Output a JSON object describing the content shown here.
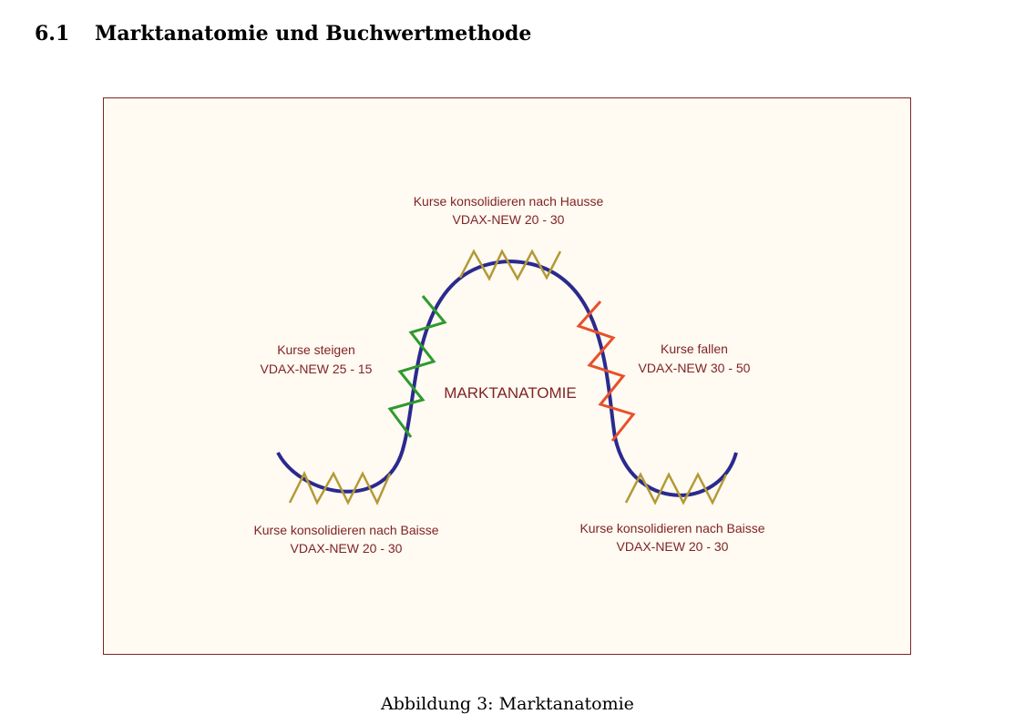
{
  "section": {
    "number": "6.1",
    "title": "Marktanatomie und Buchwertmethode"
  },
  "figure": {
    "caption": "Abbildung 3: Marktanatomie",
    "center_label": "MARKTANATOMIE",
    "labels": {
      "top": [
        "Kurse konsolidieren nach Hausse",
        "VDAX-NEW 20 - 30"
      ],
      "left": [
        "Kurse steigen",
        "VDAX-NEW 25 - 15"
      ],
      "right": [
        "Kurse fallen",
        "VDAX-NEW 30 - 50"
      ],
      "bottom_left": [
        "Kurse konsolidieren nach Baisse",
        "VDAX-NEW 20 - 30"
      ],
      "bottom_right": [
        "Kurse konsolidieren nach Baisse",
        "VDAX-NEW 20 - 30"
      ]
    },
    "colors": {
      "curve": "#2a2a8e",
      "consolidation": "#b39a35",
      "rise": "#2e9a2e",
      "fall": "#e8502a",
      "text": "#7f2424",
      "background": "#fffaf2",
      "border": "#7f2424"
    }
  }
}
